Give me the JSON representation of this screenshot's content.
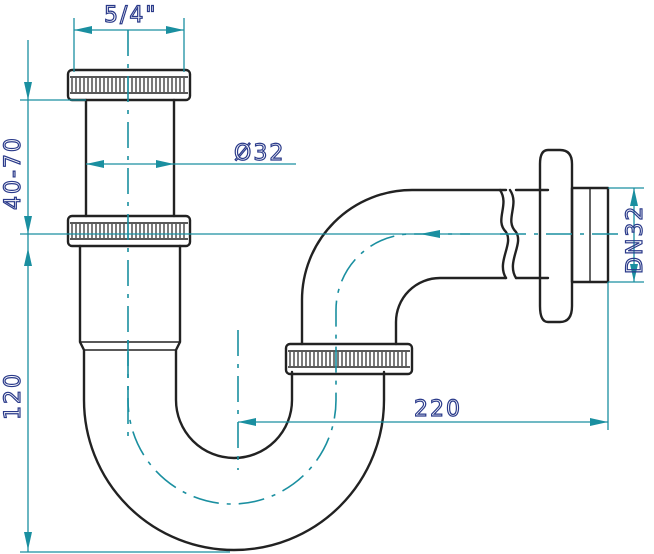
{
  "labels": {
    "top_width": "5/4\"",
    "height_range": "40-70",
    "diameter": "Ø32",
    "outlet": "DN32",
    "height": "120",
    "length": "220"
  }
}
